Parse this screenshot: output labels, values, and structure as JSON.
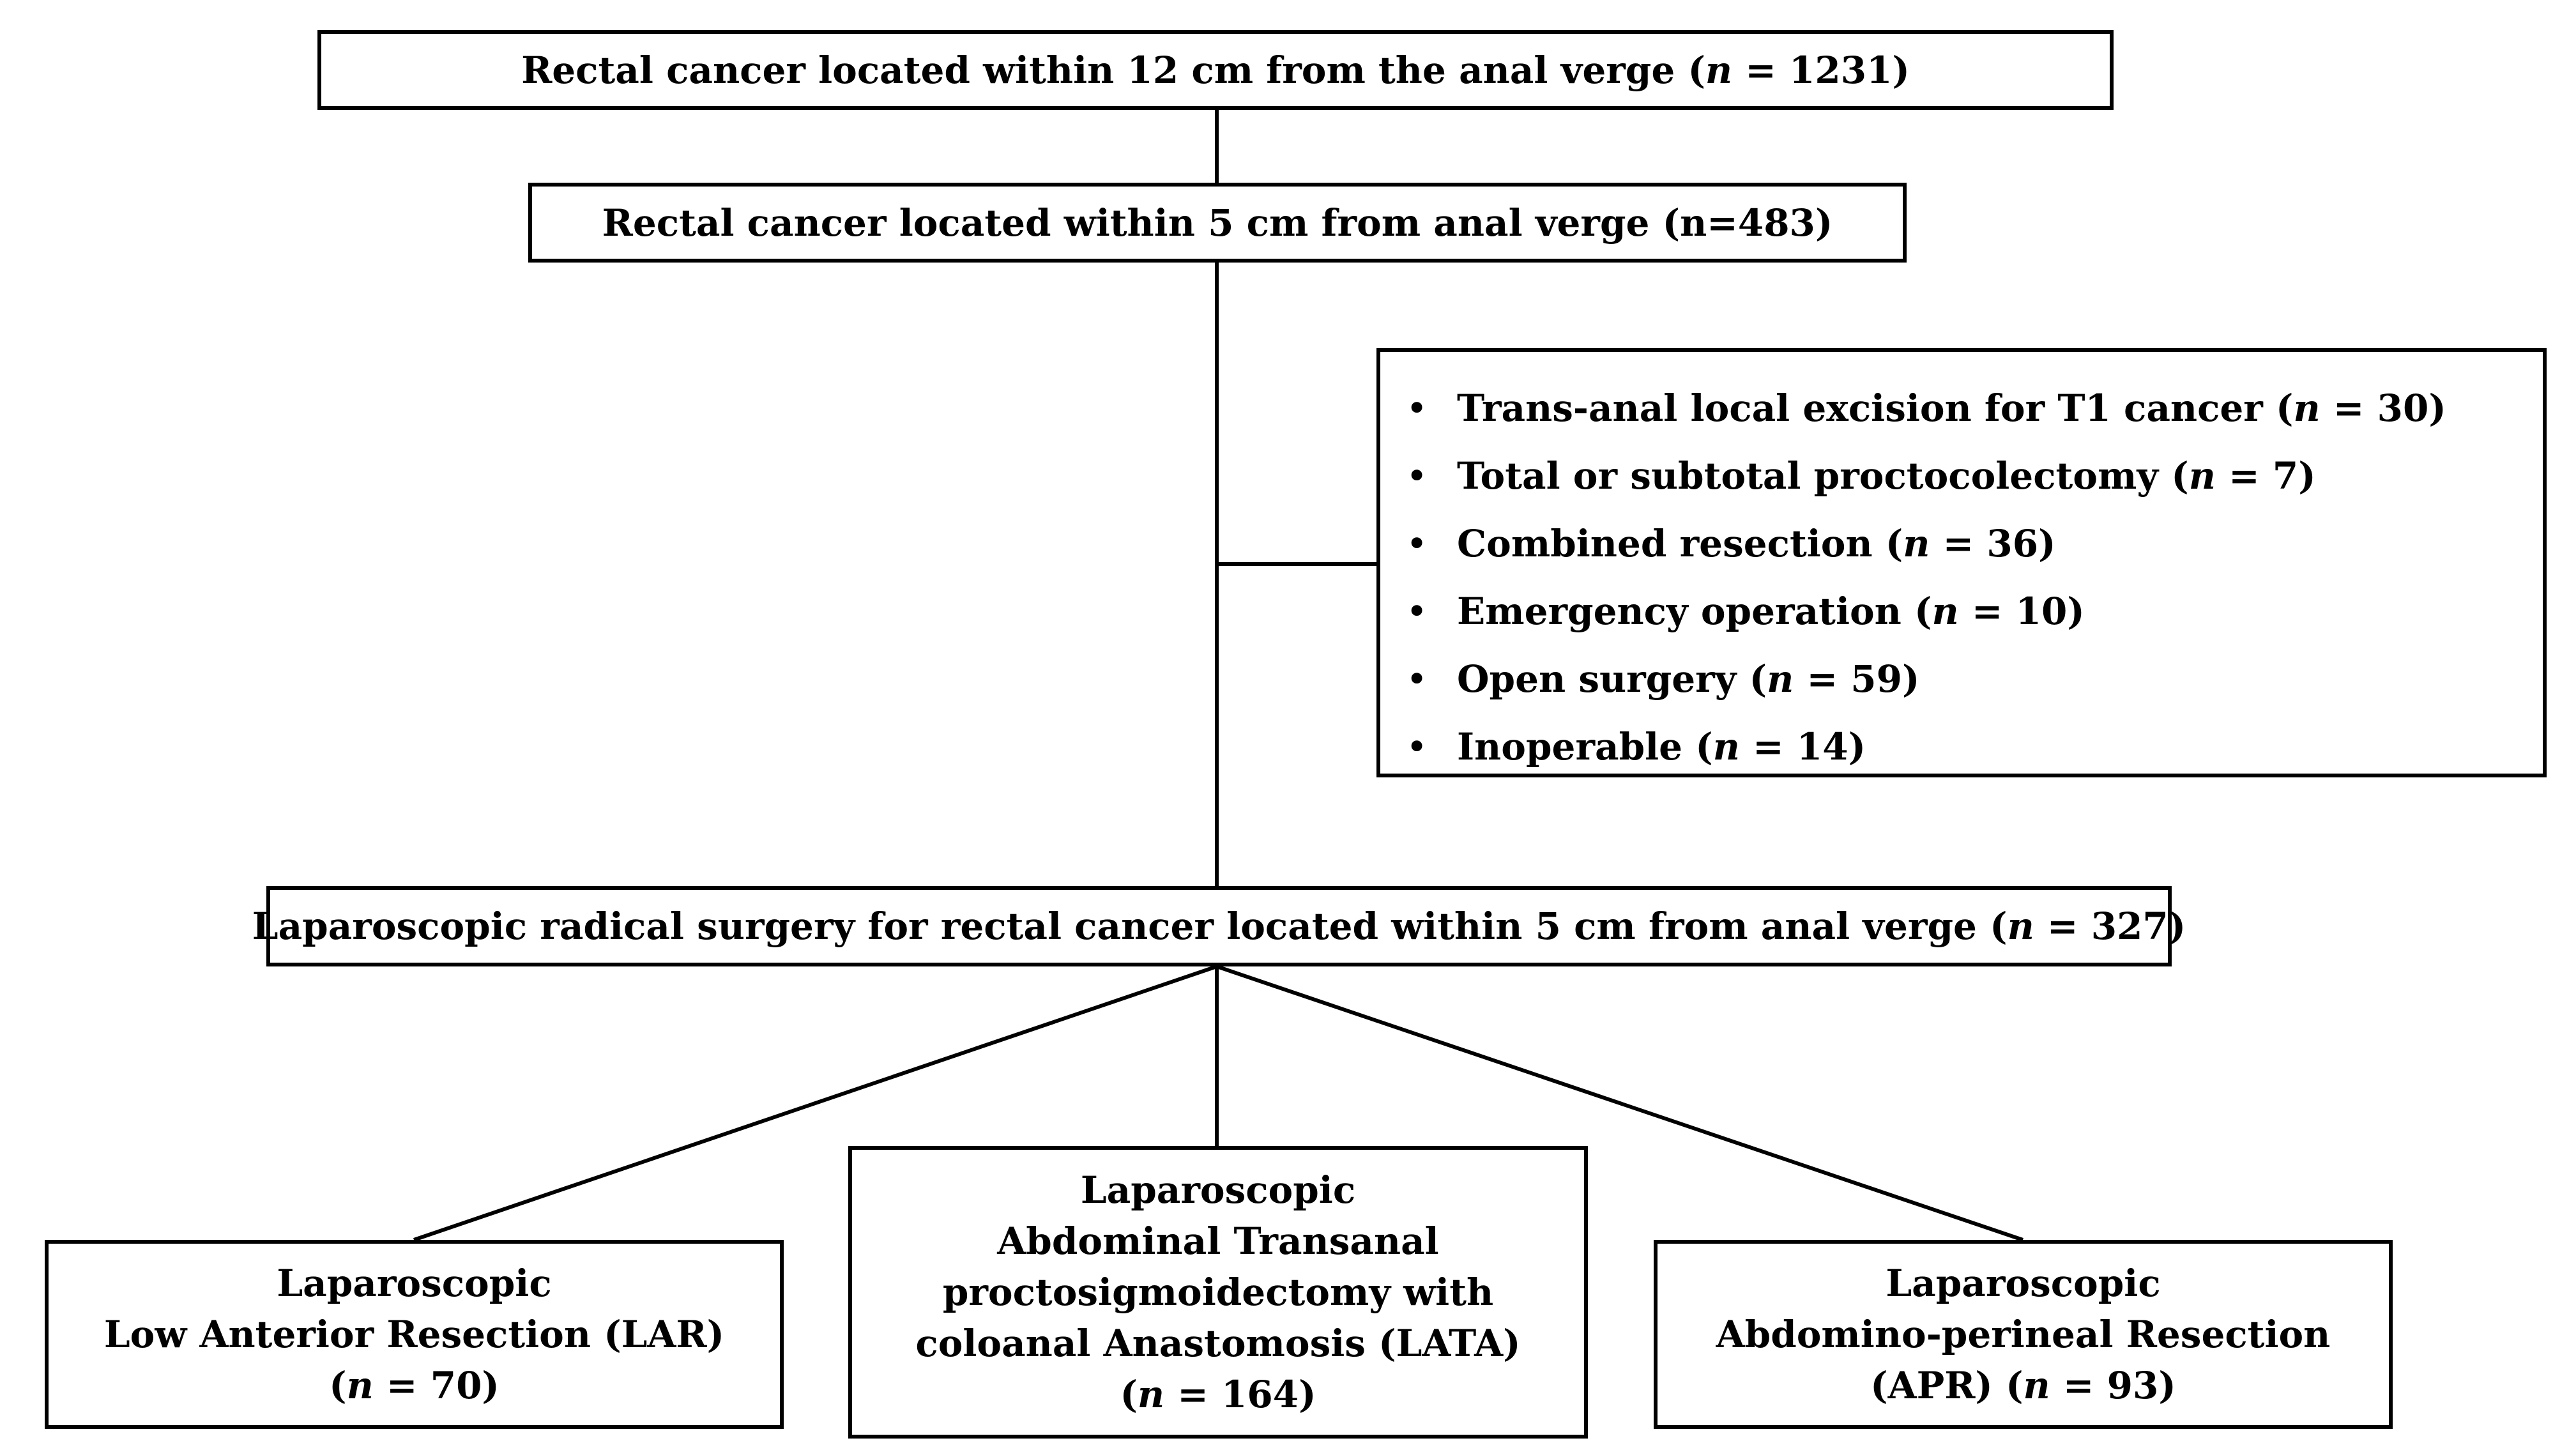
{
  "nodes": {
    "total": {
      "text_before": "Rectal cancer located within 12 cm from the anal verge (",
      "n_symbol": "n",
      "text_after": " = 1231)"
    },
    "within5": {
      "text": "Rectal cancer located within 5 cm from anal verge (n=483)"
    },
    "exclusions": [
      {
        "bullet": "•",
        "label_before": "Trans-anal local excision for T1 cancer (",
        "n_symbol": "n",
        "label_after": " = 30)"
      },
      {
        "bullet": "•",
        "label_before": "Total or subtotal proctocolectomy (",
        "n_symbol": "n",
        "label_after": " = 7)"
      },
      {
        "bullet": "•",
        "label_before": "Combined resection (",
        "n_symbol": "n",
        "label_after": " = 36)"
      },
      {
        "bullet": "•",
        "label_before": "Emergency operation (",
        "n_symbol": "n",
        "label_after": " = 10)"
      },
      {
        "bullet": "•",
        "label_before": "Open surgery (",
        "n_symbol": "n",
        "label_after": " = 59)"
      },
      {
        "bullet": "•",
        "label_before": "Inoperable (",
        "n_symbol": "n",
        "label_after": " = 14)"
      }
    ],
    "laparoscopic": {
      "text_before": "Laparoscopic radical surgery for rectal cancer located within 5 cm from anal verge (",
      "n_symbol": "n",
      "text_after": " = 327)"
    },
    "lar": {
      "line1": "Laparoscopic",
      "line2": "Low Anterior Resection (LAR)",
      "count_before": "(",
      "n_symbol": "n",
      "count_after": " = 70)"
    },
    "lata": {
      "line1": "Laparoscopic",
      "line2": "Abdominal Transanal",
      "line3": "proctosigmoidectomy with",
      "line4": "coloanal Anastomosis (LATA)",
      "count_before": "(",
      "n_symbol": "n",
      "count_after": " = 164)"
    },
    "apr": {
      "line1": "Laparoscopic",
      "line2": "Abdomino-perineal Resection",
      "count_before": "(APR) (",
      "n_symbol": "n",
      "count_after": " = 93)"
    }
  },
  "colors": {
    "line": "#000000",
    "box_border": "#000000",
    "background": "#ffffff"
  }
}
